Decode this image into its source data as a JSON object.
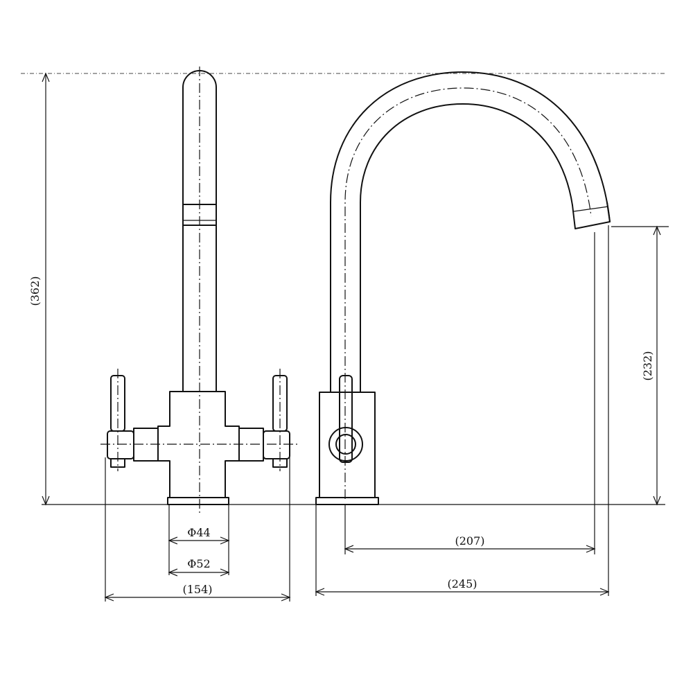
{
  "dimensions": {
    "overall_height": "(362)",
    "spout_height": "(232)",
    "inner_base_diameter": "Φ44",
    "outer_base_diameter": "Φ52",
    "handle_span": "(154)",
    "spout_reach": "(207)",
    "overall_depth": "(245)"
  },
  "line_color": "#111111",
  "background_color": "#ffffff"
}
